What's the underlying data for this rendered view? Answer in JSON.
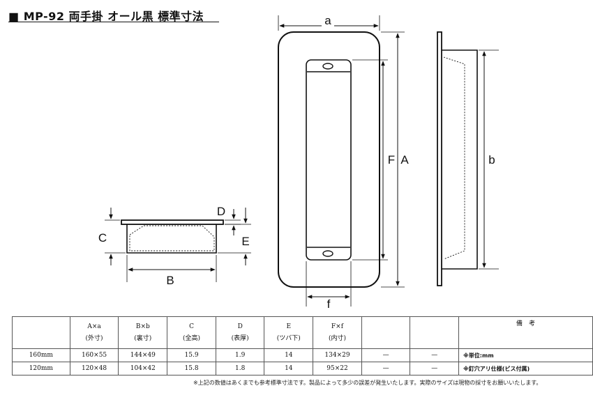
{
  "title": "■ MP-92 両手掛 オール黒 標準寸法",
  "dimension_labels": {
    "a": "a",
    "A": "A",
    "F": "F",
    "f": "f",
    "b": "b",
    "B": "B",
    "C": "C",
    "D": "D",
    "E": "E"
  },
  "table": {
    "headers": [
      {
        "top": "",
        "bottom": ""
      },
      {
        "top": "A×a",
        "bottom": "(外寸)"
      },
      {
        "top": "B×b",
        "bottom": "(裏寸)"
      },
      {
        "top": "C",
        "bottom": "(全高)"
      },
      {
        "top": "D",
        "bottom": "(表厚)"
      },
      {
        "top": "E",
        "bottom": "(ツバ下)"
      },
      {
        "top": "F×f",
        "bottom": "(内寸)"
      },
      {
        "top": "",
        "bottom": ""
      },
      {
        "top": "",
        "bottom": ""
      },
      {
        "top": "備　考",
        "bottom": ""
      }
    ],
    "rows": [
      {
        "size": "160mm",
        "Aa": "160×55",
        "Bb": "144×49",
        "C": "15.9",
        "D": "1.9",
        "E": "14",
        "Ff": "134×29",
        "x1": "—",
        "x2": "—",
        "note": "※単位:mm"
      },
      {
        "size": "120mm",
        "Aa": "120×48",
        "Bb": "104×42",
        "C": "15.8",
        "D": "1.8",
        "E": "14",
        "Ff": "95×22",
        "x1": "—",
        "x2": "—",
        "note": "※釘穴アリ仕様(ビス付属)"
      }
    ]
  },
  "footnote": "※上記の数値はあくまでも参考標準寸法です。製品によって多少の誤差が発生いたします。実際のサイズは現物の採寸をお願いいたします。"
}
